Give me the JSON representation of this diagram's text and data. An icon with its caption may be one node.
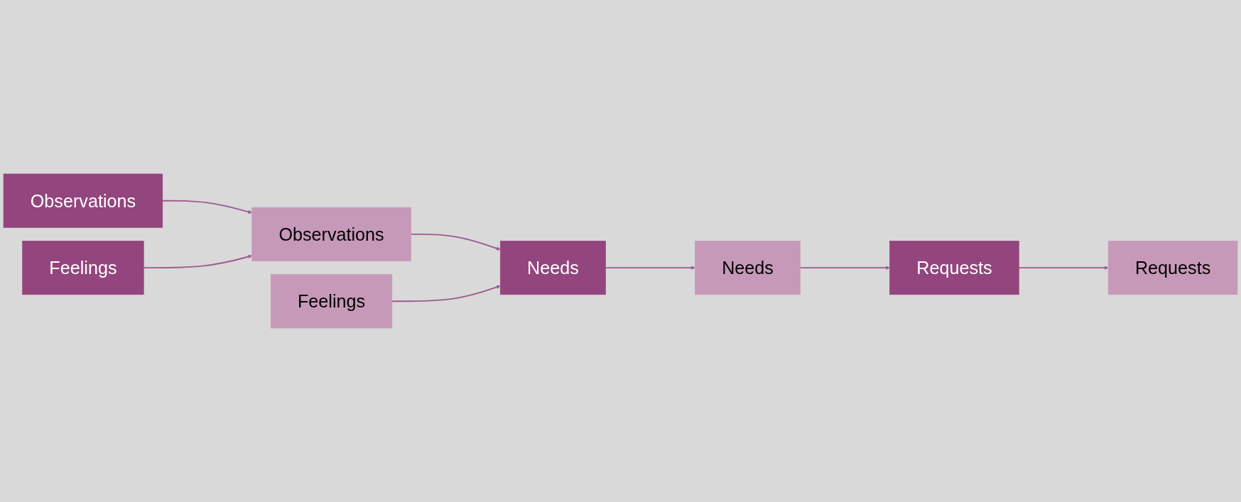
{
  "diagram": {
    "nodes": [
      {
        "text": [
          "Observations"
        ]
      },
      {
        "text": [
          "Feelings"
        ]
      },
      {
        "text": [
          "Needs"
        ]
      },
      {
        "text": [
          "Requests"
        ]
      },
      {
        "text": [
          "Observations"
        ]
      },
      {
        "text": [
          "Feelings"
        ]
      },
      {
        "text": [
          "Needs"
        ]
      },
      {
        "text": [
          "Requests"
        ]
      }
    ],
    "edges": [
      {
        "from": 0,
        "to": 4,
        "arrow": "to"
      },
      {
        "from": 1,
        "to": 4,
        "arrow": "to"
      },
      {
        "from": 4,
        "to": 2,
        "arrow": "to"
      },
      {
        "from": 5,
        "to": 2,
        "arrow": "to"
      },
      {
        "from": 2,
        "to": 6,
        "arrow": "to"
      },
      {
        "from": 6,
        "to": 3,
        "arrow": "to"
      },
      {
        "from": 3,
        "to": 7,
        "arrow": "to"
      }
    ]
  }
}
